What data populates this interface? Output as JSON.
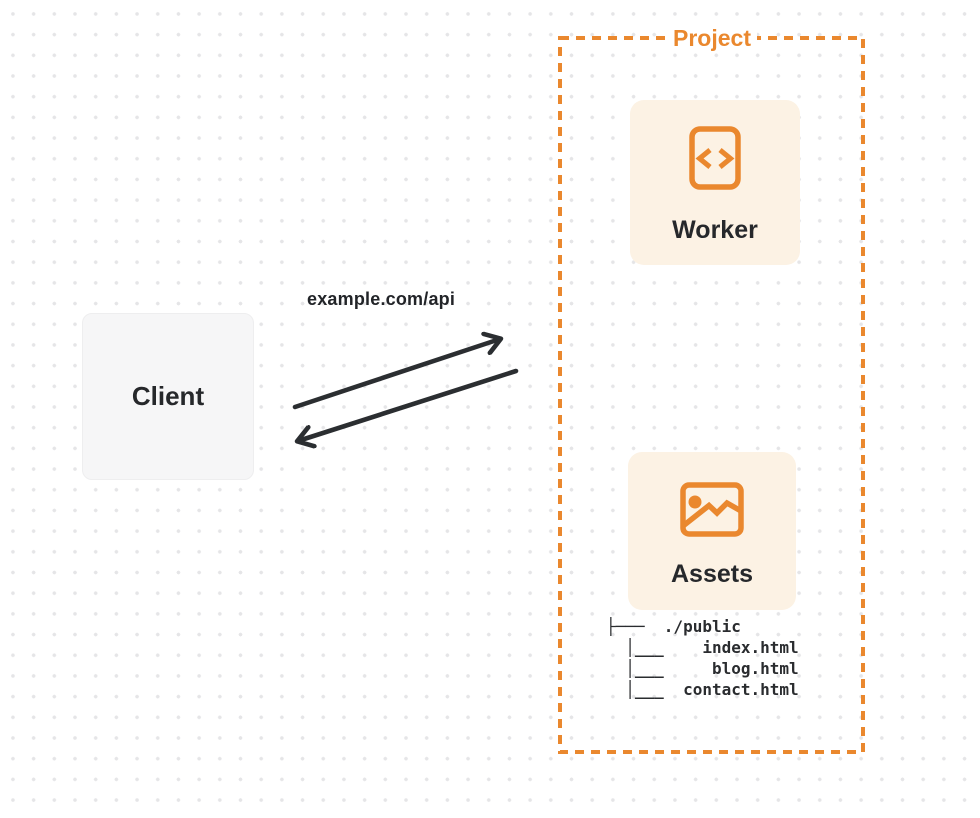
{
  "project": {
    "label": "Project",
    "worker": {
      "label": "Worker",
      "icon": "code-icon"
    },
    "assets": {
      "label": "Assets",
      "icon": "image-icon",
      "tree": [
        "├───  ./public",
        "  │___    index.html",
        "  │___     blog.html",
        "  │___  contact.html"
      ]
    }
  },
  "client": {
    "label": "Client"
  },
  "connection": {
    "request_label": "example.com/api",
    "request_arrow": "client-to-project",
    "response_arrow": "project-to-client"
  },
  "colors": {
    "accent_orange": "#ea882e",
    "node_fill_cream": "#fcf2e4",
    "client_fill_gray": "#f6f6f7",
    "ink": "#26282b",
    "arrow": "#2b2e31",
    "grid_dot": "#e5e5e7"
  }
}
